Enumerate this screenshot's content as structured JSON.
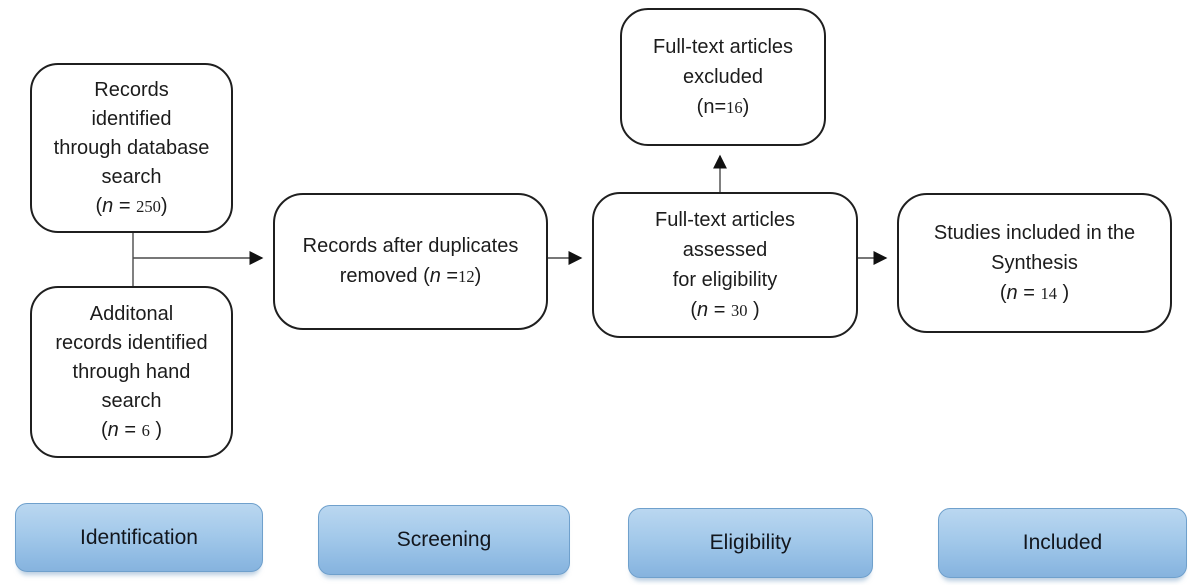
{
  "boxes": {
    "records_identified": {
      "lines": [
        "Records",
        "identified",
        "through database",
        "search"
      ],
      "stat": {
        "open": "(",
        "n": "n",
        "eq": " = ",
        "value": "250",
        "close": ")"
      }
    },
    "additional_records": {
      "lines": [
        "Additonal",
        "records identified",
        "through hand",
        "search"
      ],
      "stat": {
        "open": "(",
        "n": "n",
        "eq": " = ",
        "value": "6",
        "close": " )"
      }
    },
    "duplicates_removed": {
      "line1": "Records after duplicates",
      "line2_prefix": "removed ",
      "stat": {
        "open": "(",
        "n": "n",
        "eq": " =",
        "value": "12",
        "close": ")"
      }
    },
    "fulltext_excluded": {
      "lines": [
        "Full-text articles",
        "excluded"
      ],
      "stat": {
        "open": "(",
        "n": "n",
        "eq": "=",
        "value": "16",
        "close": ")"
      }
    },
    "fulltext_assessed": {
      "lines": [
        "Full-text articles",
        "assessed",
        "for eligibility"
      ],
      "stat": {
        "open": "(",
        "n": "n",
        "eq": " = ",
        "value": "30",
        "close": " )"
      }
    },
    "studies_included": {
      "lines": [
        "Studies included in the",
        "Synthesis"
      ],
      "stat": {
        "open": "(",
        "n": "n",
        "eq": " = ",
        "value": "14",
        "close": " )"
      }
    }
  },
  "stages": [
    {
      "id": "identification",
      "label": "Identification"
    },
    {
      "id": "screening",
      "label": "Screening"
    },
    {
      "id": "eligibility",
      "label": "Eligibility"
    },
    {
      "id": "included",
      "label": "Included"
    }
  ],
  "colors": {
    "box_border": "#1f1f1f",
    "text": "#1c1c1c",
    "arrow_line": "#4a4a4a",
    "arrow_head": "#111111",
    "stage_fill_top": "#bad7f0",
    "stage_fill_bottom": "#86b3de",
    "stage_border": "#6fa0cc",
    "stage_text": "#12161d",
    "background": "#ffffff"
  }
}
